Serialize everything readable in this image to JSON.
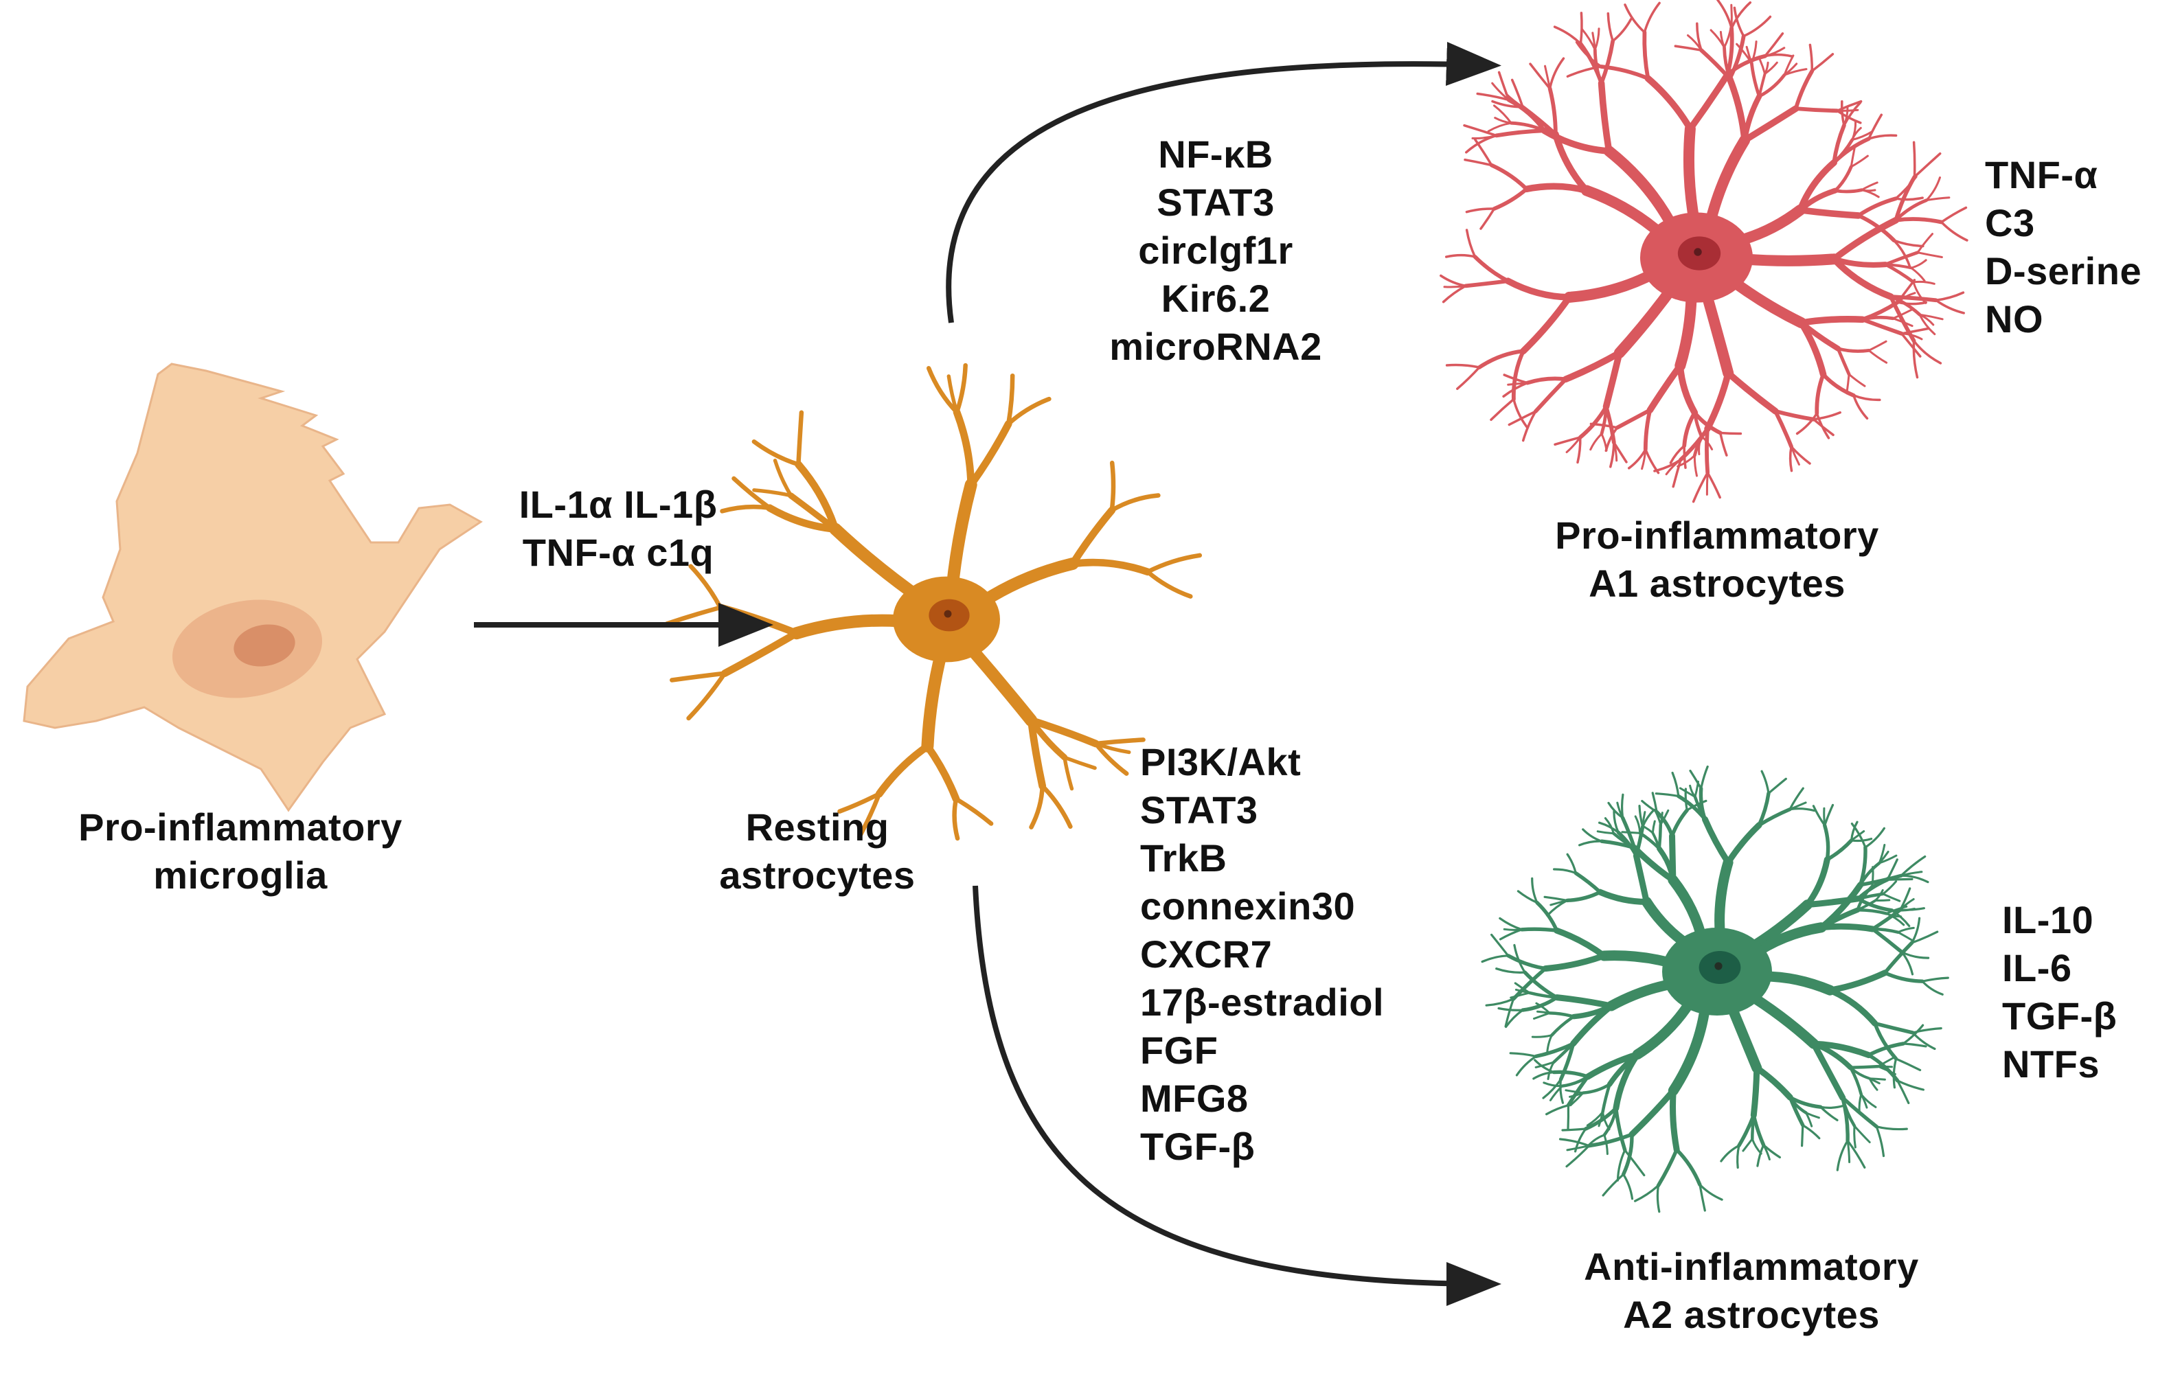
{
  "colors": {
    "microglia": "#f6cfa6",
    "microglia_edge": "#e9b58a",
    "microglia_nucleus": "#e8a880",
    "resting": "#d98a23",
    "resting_nucleus": "#b25414",
    "a1": "#d9585e",
    "a1_nucleus": "#a92e35",
    "a2": "#3e8a63",
    "a2_nucleus": "#1d5e46",
    "arrow": "#222222",
    "text": "#111111"
  },
  "icons": {
    "microglia": "microglia-cell-icon",
    "resting": "resting-astrocyte-icon",
    "a1": "a1-astrocyte-icon",
    "a2": "a2-astrocyte-icon"
  },
  "labels": {
    "microglia": "Pro-inflammatory\nmicroglia",
    "resting": "Resting\nastrocytes",
    "a1": "Pro-inflammatory\nA1 astrocytes",
    "a2": "Anti-inflammatory\nA2 astrocytes"
  },
  "factors": {
    "microglia_to_resting": "IL-1α  IL-1β\nTNF-α c1q",
    "to_a1": "NF-κB\nSTAT3\ncirclgf1r\nKir6.2\nmicroRNA2",
    "to_a2": "PI3K/Akt\nSTAT3\nTrkB\nconnexin30\nCXCR7\n17β-estradiol\nFGF\nMFG8\nTGF-β"
  },
  "secreted": {
    "a1": "TNF-α\nC3\nD-serine\nNO",
    "a2": "IL-10\nIL-6\nTGF-β\nNTFs"
  }
}
